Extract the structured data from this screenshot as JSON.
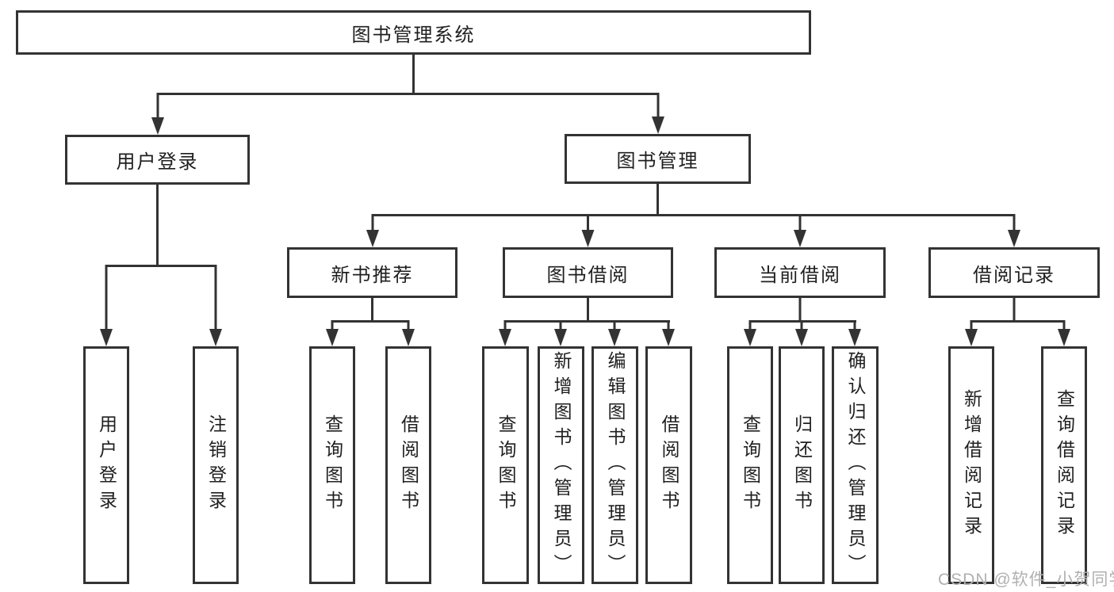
{
  "tree": {
    "root": {
      "label": "图书管理系统"
    },
    "children": [
      {
        "label": "用户登录",
        "children": [
          {
            "label": "用户登录"
          },
          {
            "label": "注销登录"
          }
        ]
      },
      {
        "label": "图书管理",
        "children": [
          {
            "label": "新书推荐",
            "children": [
              {
                "label": "查询图书"
              },
              {
                "label": "借阅图书"
              }
            ]
          },
          {
            "label": "图书借阅",
            "children": [
              {
                "label": "查询图书"
              },
              {
                "label": "新增图书（管理员）"
              },
              {
                "label": "编辑图书（管理员）"
              },
              {
                "label": "借阅图书"
              }
            ]
          },
          {
            "label": "当前借阅",
            "children": [
              {
                "label": "查询图书"
              },
              {
                "label": "归还图书"
              },
              {
                "label": "确认归还（管理员）"
              }
            ]
          },
          {
            "label": "借阅记录",
            "children": [
              {
                "label": "新增借阅记录"
              },
              {
                "label": "查询借阅记录"
              }
            ]
          }
        ]
      }
    ]
  },
  "watermark": {
    "text": "CSDN @软件_小贺同学"
  },
  "colors": {
    "line": "#333333",
    "text": "#1f1f1f",
    "background": "#ffffff",
    "watermark": "#b0b0b0"
  }
}
